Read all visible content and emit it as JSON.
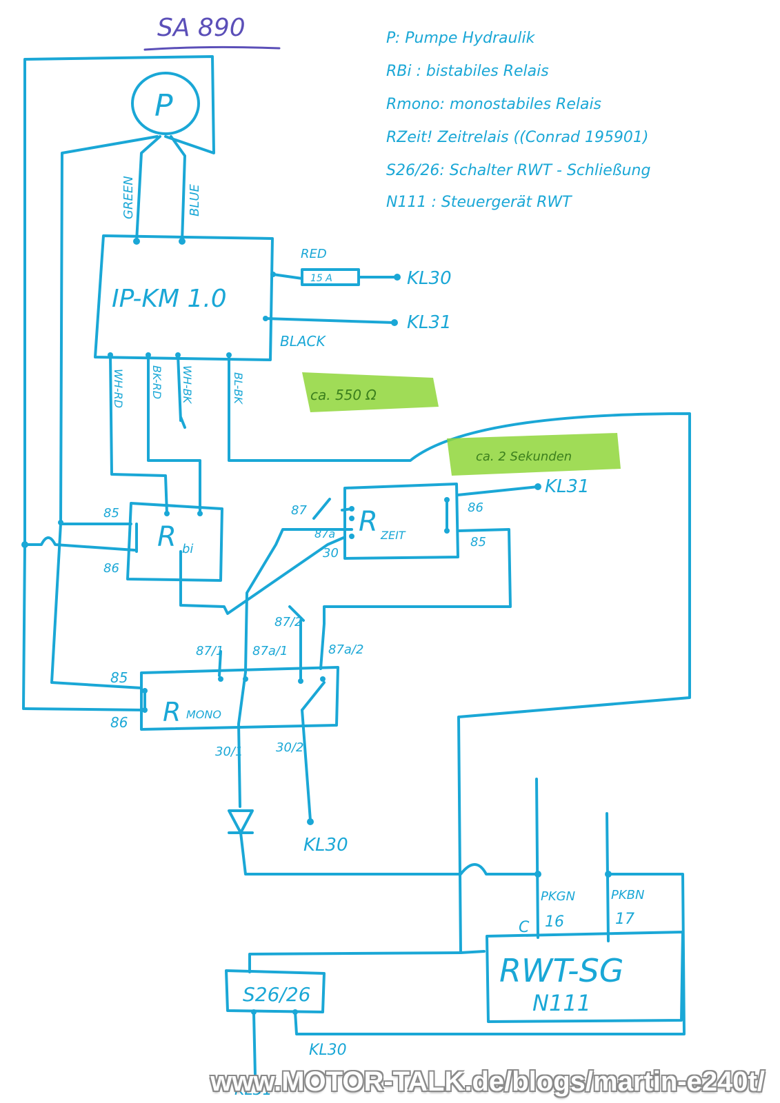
{
  "diagram": {
    "title": "SA 890",
    "legend": [
      "P:  Pumpe  Hydraulik",
      "RBi :  bistabiles Relais",
      "Rmono:  monostabiles Relais",
      "RZeit!  Zeitrelais ((Conrad 195901)",
      "S26/26:  Schalter RWT - Schließung",
      "N111 :  Steuergerät  RWT"
    ],
    "components": {
      "pump": "P",
      "module": "IP-KM 1.0",
      "fuse": "15 A",
      "relay_bi": {
        "main": "R",
        "sub": "bi"
      },
      "relay_zeit": {
        "main": "R",
        "sub": "ZEIT"
      },
      "relay_mono": {
        "main": "R",
        "sub": "MONO"
      },
      "switch": "S26/26",
      "control_unit": {
        "line1": "RWT-SG",
        "line2": "N111"
      }
    },
    "wire_labels": {
      "green": "GREEN",
      "blue": "BLUE",
      "red": "RED",
      "black": "BLACK",
      "wh_rd": "WH-RD",
      "bk_rd": "BK-RD",
      "wh_bk": "WH-BK",
      "bl_bk": "BL-BK",
      "pkgn": "PKGN",
      "pkbn": "PKBN"
    },
    "terminals": {
      "kl30_top": "KL30",
      "kl31_top": "KL31",
      "kl31_zeit": "KL31",
      "kl30_mono": "KL30",
      "kl31_bottom": "KL31",
      "kl30_bottom": "KL30",
      "bi_85": "85",
      "bi_86": "86",
      "zeit_87": "87",
      "zeit_87a": "87a",
      "zeit_30": "30",
      "zeit_86": "86",
      "zeit_85": "85",
      "mono_87_1": "87/1",
      "mono_87a_1": "87a/1",
      "mono_87_2": "87/2",
      "mono_87a_2": "87a/2",
      "mono_85": "85",
      "mono_86": "86",
      "mono_30_1": "30/1",
      "mono_30_2": "30/2",
      "pin16": "16",
      "pin17": "17",
      "pin_c": "C"
    },
    "notes": {
      "resistance": "ca. 550 Ω",
      "delay": "ca. 2 Sekunden"
    }
  },
  "watermark": "www.MOTOR-TALK.de/blogs/martin-e240t/",
  "colors": {
    "ink": "#1aa7d6",
    "highlight": "#8fd63a",
    "title_ink": "#5b4fb8"
  }
}
